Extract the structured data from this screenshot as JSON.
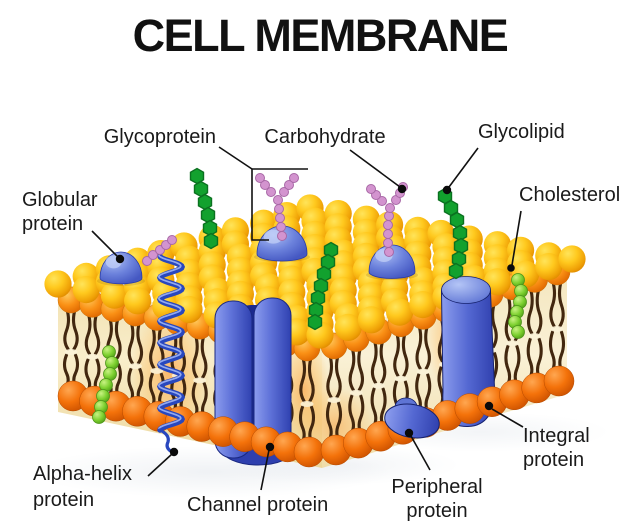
{
  "title": "CELL MEMBRANE",
  "labels": {
    "glycoprotein": {
      "text": "Glycoprotein"
    },
    "carbohydrate": {
      "text": "Carbohydrate"
    },
    "glycolipid": {
      "text": "Glycolipid"
    },
    "globular": {
      "line1": "Globular",
      "line2": "protein"
    },
    "cholesterol": {
      "text": "Cholesterol"
    },
    "alpha_helix": {
      "line1": "Alpha-helix",
      "line2": "protein"
    },
    "channel": {
      "text": "Channel protein"
    },
    "peripheral": {
      "line1": "Peripheral",
      "line2": "protein"
    },
    "integral": {
      "line1": "Integral",
      "line2": "protein"
    }
  },
  "colors": {
    "title_text": "#111111",
    "label_text": "#1a1a1a",
    "pointer_line": "#111111",
    "lipid_head_top": "#FFC91E",
    "lipid_head_front": "#FA9015",
    "lipid_head_bottom": "#F4720A",
    "lipid_tail": "#42270F",
    "membrane_interior": "#F6E8BF",
    "interior_glow": "#FF7A00",
    "protein_blue": "#5E74D4",
    "protein_blue_dark": "#2E3FAE",
    "channel_pore": "#1B2A8E",
    "carbohydrate_pink": "#D394CF",
    "carbohydrate_pink_edge": "#A868A6",
    "glycolipid_green": "#12A12E",
    "glycolipid_green_edge": "#0B7120",
    "cholesterol_green": "#7CD02F",
    "background": "#FFFFFF"
  }
}
